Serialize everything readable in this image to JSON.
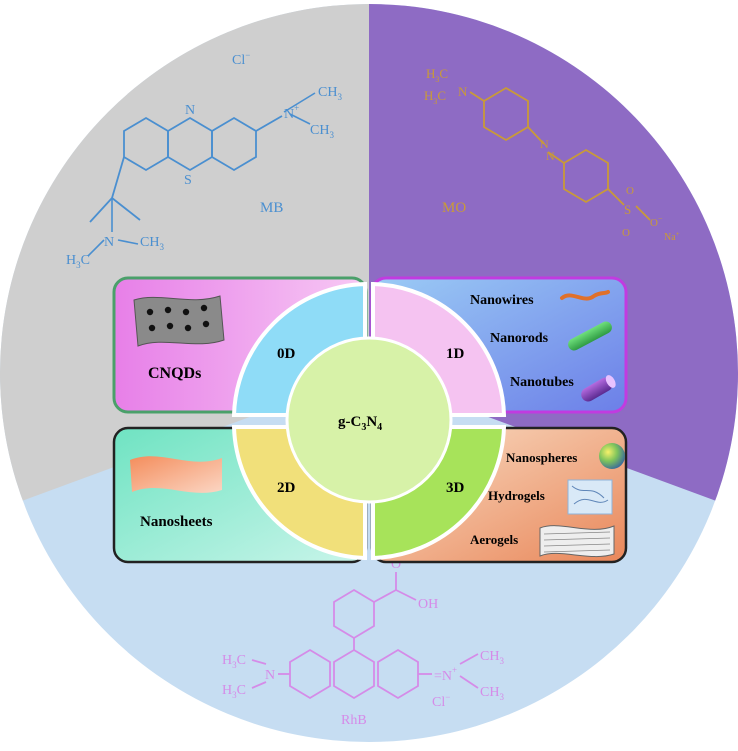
{
  "center": {
    "prefix": "g-C",
    "sub1": "3",
    "mid": "N",
    "sub2": "4"
  },
  "quadrants": {
    "q0": {
      "dim": "0D",
      "items": [
        "CNQDs"
      ]
    },
    "q1": {
      "dim": "1D",
      "items": [
        "Nanowires",
        "Nanorods",
        "Nanotubes"
      ]
    },
    "q2": {
      "dim": "2D",
      "items": [
        "Nanosheets"
      ]
    },
    "q3": {
      "dim": "3D",
      "items": [
        "Nanospheres",
        "Hydrogels",
        "Aerogels"
      ]
    }
  },
  "dyes": {
    "mb": {
      "name": "MB",
      "counterion": "Cl",
      "charge": "−",
      "plus": "+",
      "ring_n": "N",
      "ring_s": "S",
      "nme2_left": {
        "a": "H",
        "b": "3",
        "c": "C",
        "n": "N",
        "d": "CH",
        "e": "3"
      },
      "nme2_right": {
        "n": "N",
        "d": "CH",
        "e": "3"
      }
    },
    "mo": {
      "name": "MO",
      "n1": "N",
      "n2": "N",
      "amine": "N",
      "h3c": "H",
      "sub": "3",
      "c": "C",
      "sulfonate": {
        "s": "S",
        "o": "O",
        "na": "Na",
        "plus": "+",
        "minus": "−"
      }
    },
    "rhb": {
      "name": "RhB",
      "counterion": "Cl",
      "charge": "−",
      "plus": "+",
      "amine_left": "N",
      "amine_right": "N",
      "h3c": "H",
      "sub": "3",
      "c": "C",
      "ch3": "CH",
      "cooh_o": "O",
      "cooh_oh": "OH"
    }
  },
  "colors": {
    "mb_sector": "#cfcfcf",
    "mo_sector": "#8e6bc4",
    "rhb_sector": "#c6ddf2",
    "mb_text": "#4a8fd0",
    "mo_text": "#c99a38",
    "rhb_text": "#d58be8",
    "center_fill": "#d7f2a8",
    "q0": "#8fdcf7",
    "q1": "#f5c3f1",
    "q2": "#f1e07a",
    "q3": "#a7e35a"
  }
}
